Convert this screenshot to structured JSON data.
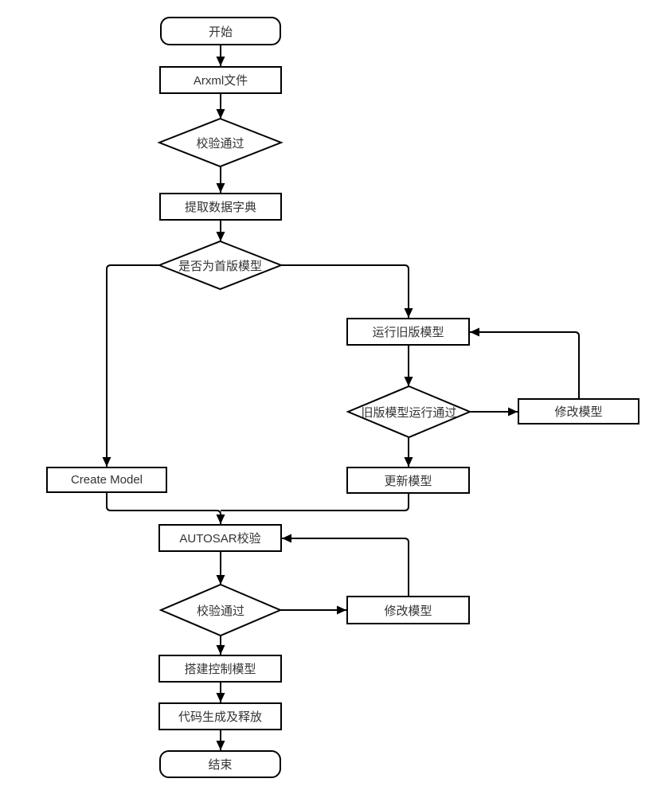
{
  "diagram": {
    "type": "flowchart",
    "colors": {
      "stroke": "#000000",
      "node_fill": "#ffffff",
      "text": "#333333"
    },
    "nodes": {
      "start": {
        "label": "开始",
        "shape": "terminator"
      },
      "arxml_file": {
        "label": "Arxml文件",
        "shape": "process"
      },
      "check_pass_1": {
        "label": "校验通过",
        "shape": "decision"
      },
      "extract_dict": {
        "label": "提取数据字典",
        "shape": "process"
      },
      "is_first_version": {
        "label": "是否为首版模型",
        "shape": "decision"
      },
      "run_old_model": {
        "label": "运行旧版模型",
        "shape": "process"
      },
      "old_model_run_pass": {
        "label": "旧版模型运行通过",
        "shape": "decision"
      },
      "modify_model_1": {
        "label": "修改模型",
        "shape": "process"
      },
      "create_model": {
        "label": "Create Model",
        "shape": "process"
      },
      "update_model": {
        "label": "更新模型",
        "shape": "process"
      },
      "autosar_check": {
        "label": "AUTOSAR校验",
        "shape": "process"
      },
      "check_pass_2": {
        "label": "校验通过",
        "shape": "decision"
      },
      "modify_model_2": {
        "label": "修改模型",
        "shape": "process"
      },
      "build_control_model": {
        "label": "搭建控制模型",
        "shape": "process"
      },
      "code_gen_release": {
        "label": "代码生成及释放",
        "shape": "process"
      },
      "end": {
        "label": "结束",
        "shape": "terminator"
      }
    },
    "edges": [
      {
        "from": "start",
        "to": "arxml_file"
      },
      {
        "from": "arxml_file",
        "to": "check_pass_1"
      },
      {
        "from": "check_pass_1",
        "to": "extract_dict"
      },
      {
        "from": "extract_dict",
        "to": "is_first_version"
      },
      {
        "from": "is_first_version",
        "to": "create_model"
      },
      {
        "from": "is_first_version",
        "to": "run_old_model"
      },
      {
        "from": "run_old_model",
        "to": "old_model_run_pass"
      },
      {
        "from": "old_model_run_pass",
        "to": "modify_model_1"
      },
      {
        "from": "modify_model_1",
        "to": "run_old_model"
      },
      {
        "from": "old_model_run_pass",
        "to": "update_model"
      },
      {
        "from": "create_model",
        "to": "autosar_check"
      },
      {
        "from": "update_model",
        "to": "autosar_check"
      },
      {
        "from": "autosar_check",
        "to": "check_pass_2"
      },
      {
        "from": "check_pass_2",
        "to": "modify_model_2"
      },
      {
        "from": "modify_model_2",
        "to": "autosar_check"
      },
      {
        "from": "check_pass_2",
        "to": "build_control_model"
      },
      {
        "from": "build_control_model",
        "to": "code_gen_release"
      },
      {
        "from": "code_gen_release",
        "to": "end"
      }
    ]
  }
}
